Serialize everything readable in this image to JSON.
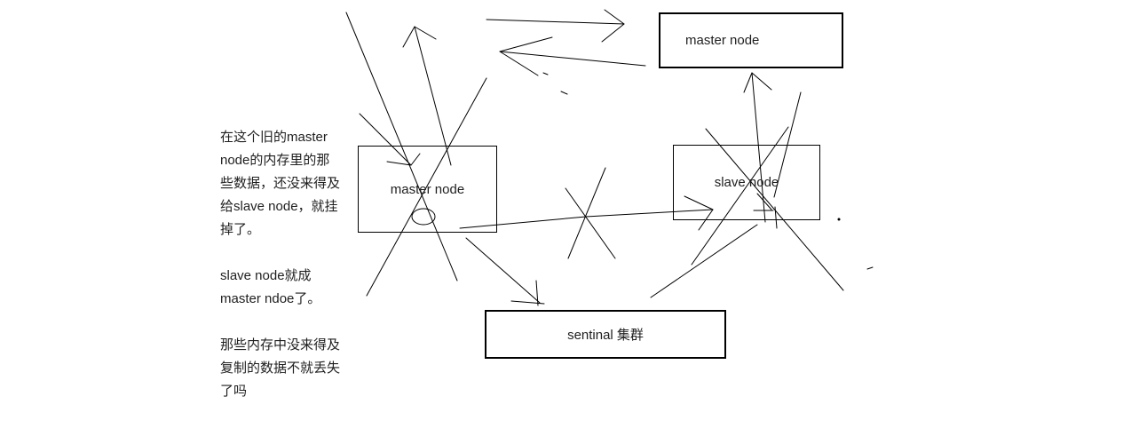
{
  "boxes": {
    "master_top": {
      "label": "master node"
    },
    "master_left": {
      "label": "master node"
    },
    "slave": {
      "label": "slave node"
    },
    "sentinal": {
      "label": "sentinal 集群"
    }
  },
  "notes": {
    "paragraphs": [
      {
        "lines": [
          "在这个旧的master",
          "node的内存里的那",
          "些数据，还没来得及",
          "给slave node，就挂",
          "掉了。"
        ]
      },
      {
        "lines": [
          "slave node就成",
          "master ndoe了。"
        ]
      },
      {
        "lines": [
          "那些内存中没来得及",
          "复制的数据不就丢失",
          "了吗"
        ]
      }
    ]
  },
  "colors": {
    "ink": "#000000",
    "text": "#1f1f1f",
    "background": "#ffffff"
  }
}
